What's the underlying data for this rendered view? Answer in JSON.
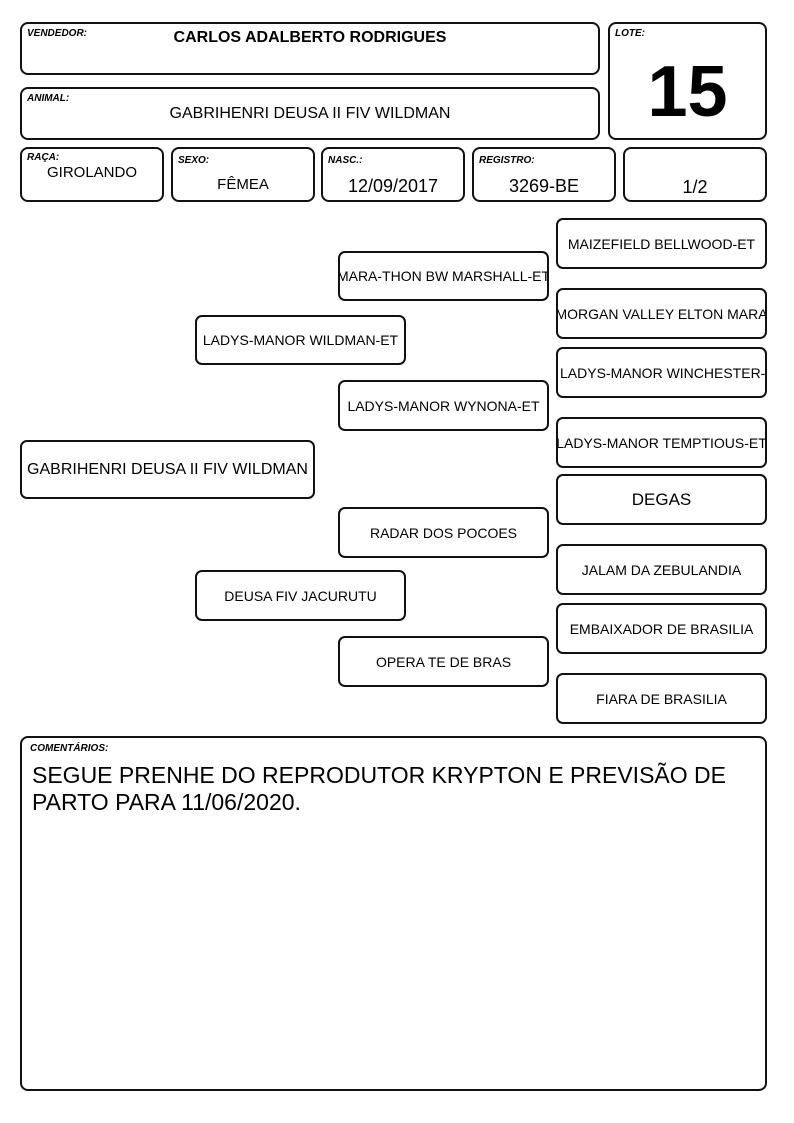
{
  "header": {
    "vendedor": {
      "label": "VENDEDOR:",
      "value": "CARLOS ADALBERTO RODRIGUES"
    },
    "lote": {
      "label": "LOTE:",
      "value": "15"
    },
    "animal": {
      "label": "ANIMAL:",
      "value": "GABRIHENRI DEUSA II FIV WILDMAN"
    },
    "raca": {
      "label": "RAÇA:",
      "value": "GIROLANDO"
    },
    "sexo": {
      "label": "SEXO:",
      "value": "FÊMEA"
    },
    "nasc": {
      "label": "NASC.:",
      "value": "12/09/2017"
    },
    "registro": {
      "label": "REGISTRO:",
      "value": "3269-BE"
    },
    "fraction": {
      "value": "1/2"
    }
  },
  "pedigree": {
    "animal": "GABRIHENRI DEUSA II FIV WILDMAN",
    "sire": "LADYS-MANOR WILDMAN-ET",
    "dam": "DEUSA FIV JACURUTU",
    "sire_sire": "MARA-THON BW MARSHALL-ET",
    "sire_dam": "LADYS-MANOR WYNONA-ET",
    "dam_sire": "RADAR DOS POCOES",
    "dam_dam": "OPERA TE DE BRAS",
    "ggp": [
      "MAIZEFIELD  BELLWOOD-ET",
      "MORGAN VALLEY ELTON MARA",
      "LADYS-MANOR WINCHESTER-ET",
      "LADYS-MANOR TEMPTIOUS-ET",
      "DEGAS",
      "JALAM DA ZEBULANDIA",
      "EMBAIXADOR DE BRASILIA",
      "FIARA DE BRASILIA"
    ]
  },
  "comments": {
    "label": "COMENTÁRIOS:",
    "text": "SEGUE PRENHE DO REPRODUTOR KRYPTON E PREVISÃO DE PARTO PARA 11/06/2020."
  }
}
